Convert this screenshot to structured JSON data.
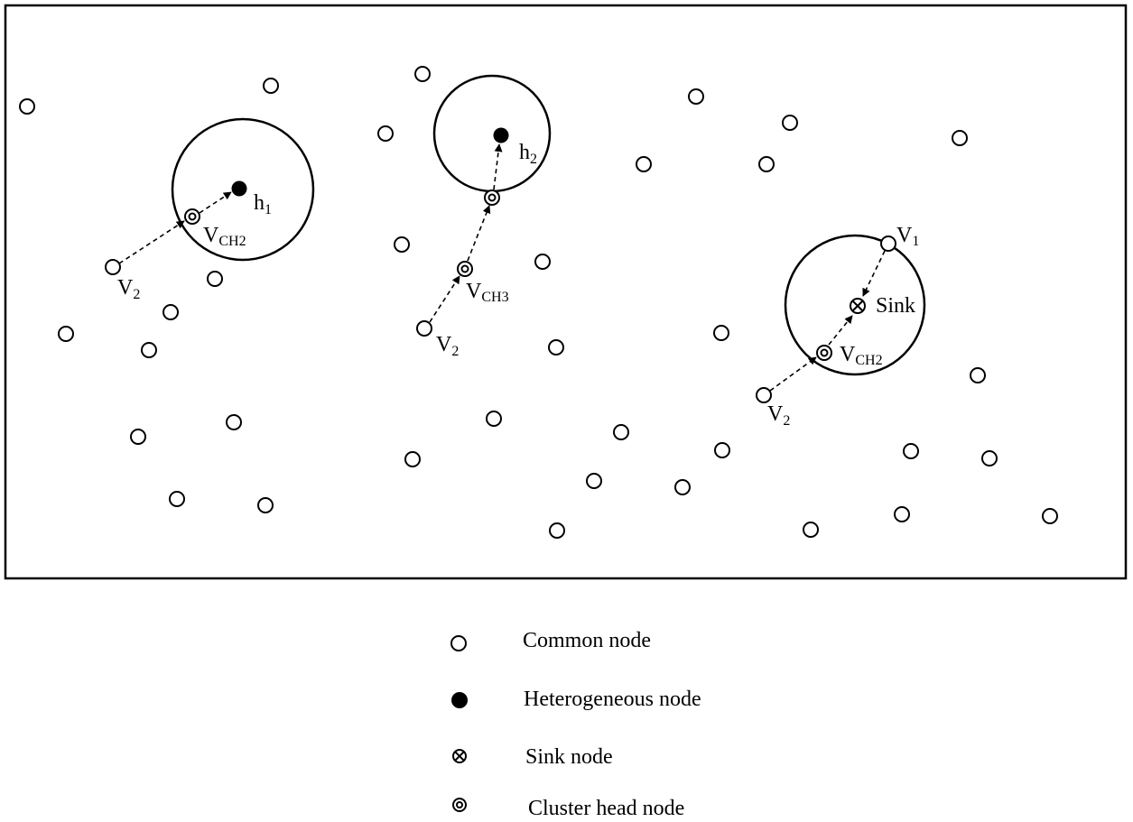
{
  "diagram": {
    "labels": {
      "h1": {
        "main": "h",
        "sub": "1"
      },
      "h2": {
        "main": "h",
        "sub": "2"
      },
      "vch2_left": {
        "main": "V",
        "sub": "CH2"
      },
      "v2_left": {
        "main": "V",
        "sub": "2"
      },
      "vch3": {
        "main": "V",
        "sub": "CH3"
      },
      "v2_mid": {
        "main": "V",
        "sub": "2"
      },
      "v1_right": {
        "main": "V",
        "sub": "1"
      },
      "sink": {
        "main": "Sink"
      },
      "vch2_right": {
        "main": "V",
        "sub": "CH2"
      },
      "v2_right": {
        "main": "V",
        "sub": "2"
      }
    }
  },
  "legend": {
    "common": "Common node",
    "heterogeneous": "Heterogeneous node",
    "sink": "Sink node",
    "cluster_head": "Cluster head node"
  }
}
